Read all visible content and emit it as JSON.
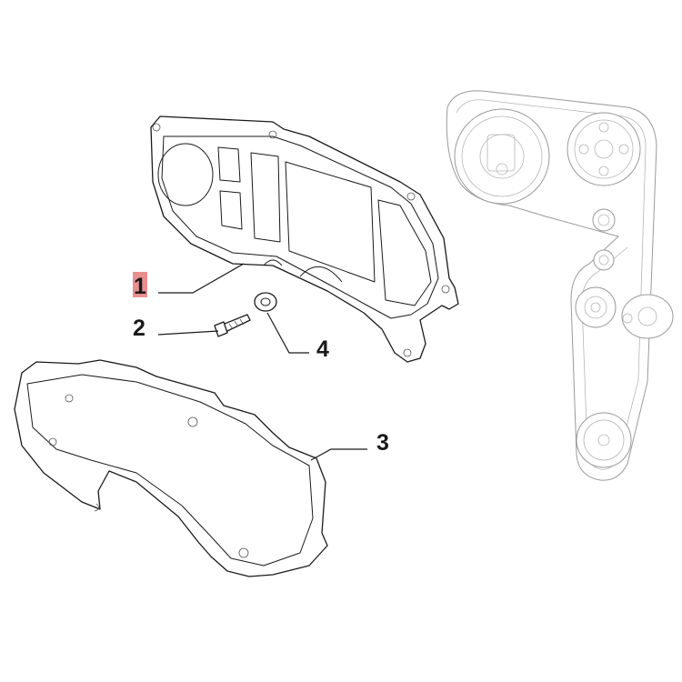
{
  "callouts": [
    {
      "id": "1",
      "text": "1",
      "highlighted": true
    },
    {
      "id": "2",
      "text": "2",
      "highlighted": false
    },
    {
      "id": "3",
      "text": "3",
      "highlighted": false
    },
    {
      "id": "4",
      "text": "4",
      "highlighted": false
    }
  ],
  "colors": {
    "highlight": "#e06a6a",
    "line": "#1a1a1a",
    "ghost_line": "#9a9a9a",
    "background": "#ffffff"
  }
}
